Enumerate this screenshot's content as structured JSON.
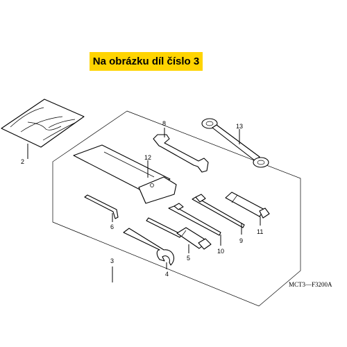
{
  "banner": {
    "text": "Na obrázku díl číslo 3",
    "color": "#ffd400"
  },
  "diagram_code": "MCT3—F3200A",
  "part_labels": {
    "bag": "2",
    "tool_set": "3",
    "pin_spanner": "4",
    "screwdriver_grip": "5",
    "hex_wrench": "6",
    "open_end_wrench": "8",
    "screwdriver": "9",
    "screwdriver_bit": "10",
    "plug_wrench": "11",
    "tool_bag": "12",
    "ring_wrench": "13"
  }
}
